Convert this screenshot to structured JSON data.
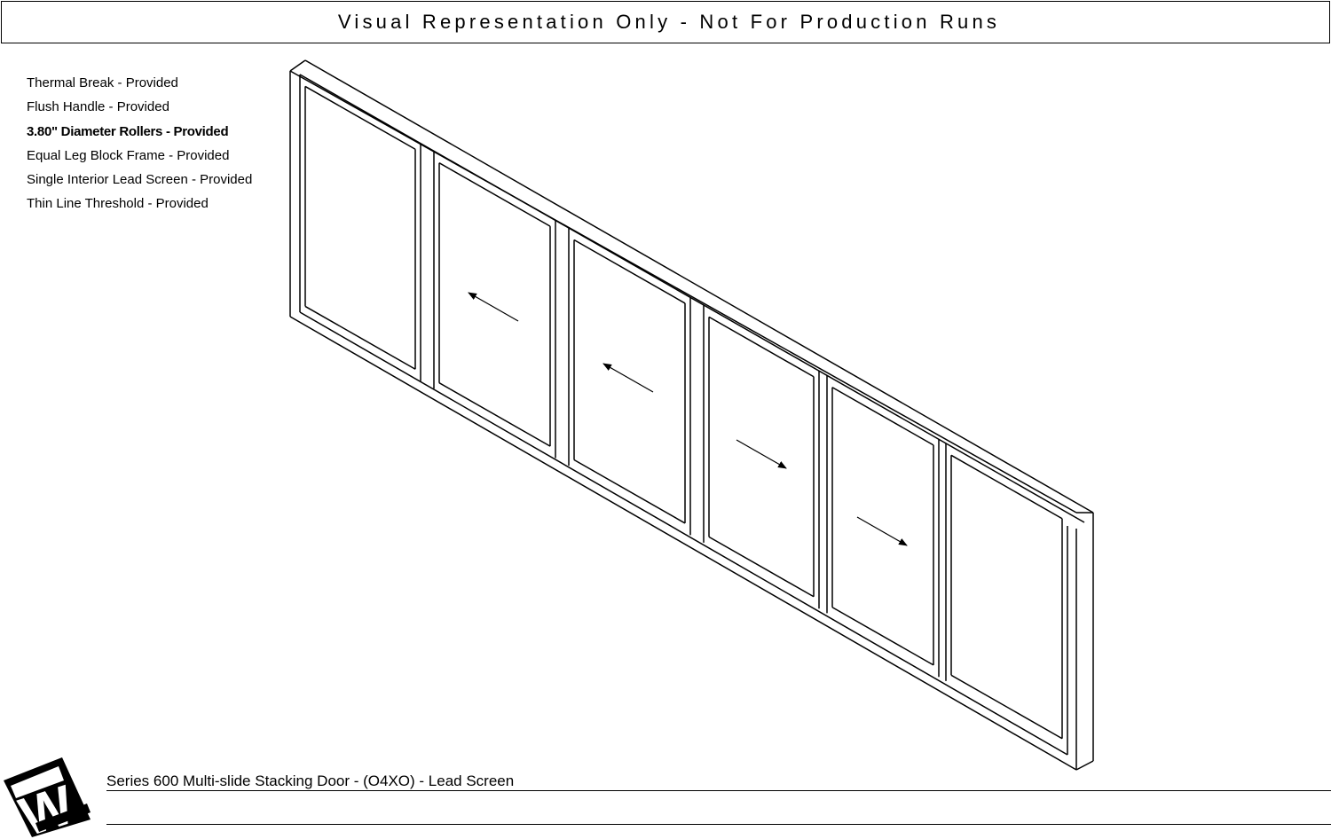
{
  "banner": {
    "text": "Visual Representation Only - Not For Production Runs"
  },
  "features": [
    "Thermal Break - Provided",
    "Flush Handle - Provided",
    "3.80\" Diameter Rollers - Provided",
    "Equal Leg Block Frame - Provided",
    "Single Interior Lead Screen - Provided",
    "Thin Line Threshold - Provided"
  ],
  "door": {
    "panel_count": 6,
    "panel_arrows": [
      "none",
      "left",
      "left",
      "right",
      "right",
      "none"
    ]
  },
  "footer": {
    "product_title": "Series 600 Multi-slide Stacking Door - (O4XO) - Lead Screen"
  },
  "logo": {
    "text": "W",
    "icon": "company-logo"
  }
}
